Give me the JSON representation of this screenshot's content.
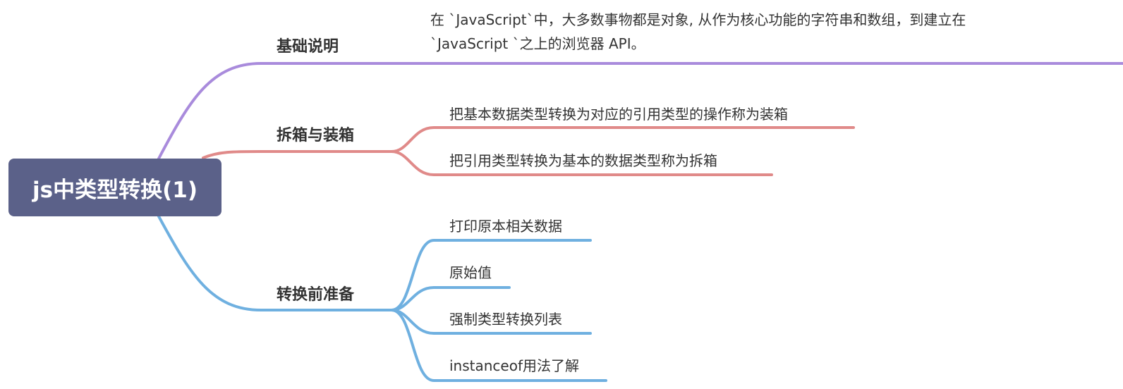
{
  "root": {
    "label": "js中类型转换(1)",
    "color": "#5b6189"
  },
  "branches": [
    {
      "label": "基础说明",
      "color": "#a98bdc",
      "description": [
        "在 `JavaScript`中，大多数事物都是对象, 从作为核心功能的字符串和数组，到建立在",
        "`JavaScript `之上的浏览器 API。"
      ]
    },
    {
      "label": "拆箱与装箱",
      "color": "#e08a89",
      "children": [
        "把基本数据类型转换为对应的引用类型的操作称为装箱",
        "把引用类型转换为基本的数据类型称为拆箱"
      ]
    },
    {
      "label": "转换前准备",
      "color": "#6fb0e0",
      "children": [
        "打印原本相关数据",
        "原始值",
        "强制类型转换列表",
        "instanceof用法了解"
      ]
    }
  ]
}
